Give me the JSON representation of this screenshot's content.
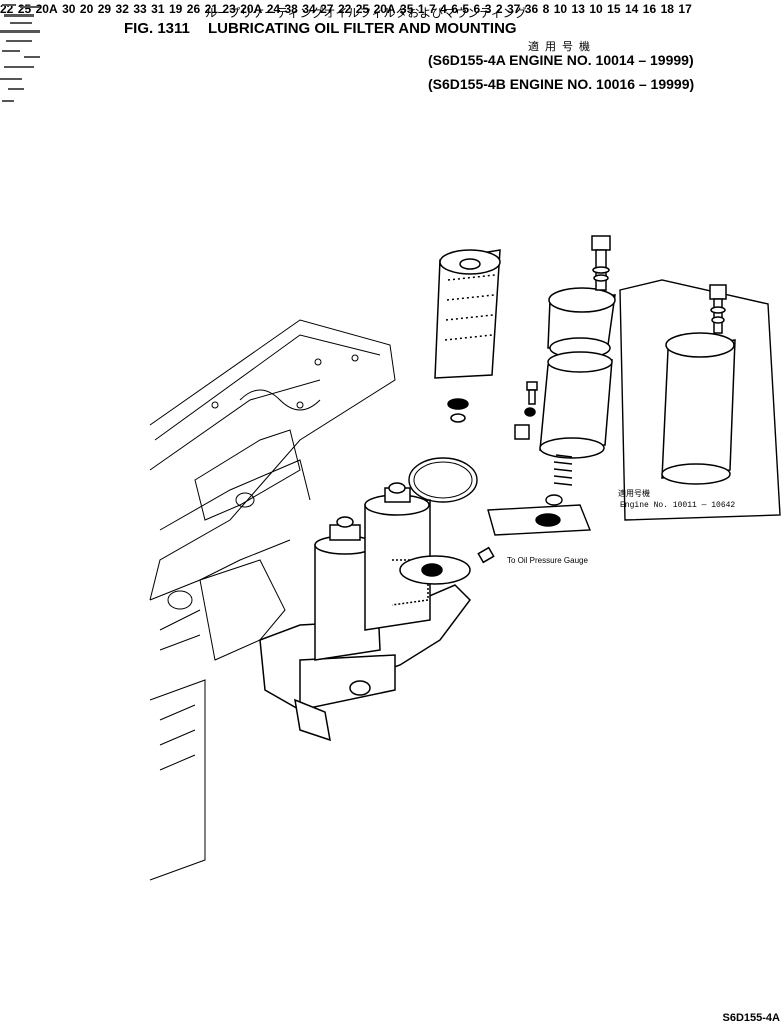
{
  "header": {
    "title_jp": "ループリケーティングオイルフィルタおよびマウンティング",
    "fig_number": "FIG. 1311",
    "fig_title": "LUBRICATING OIL FILTER AND MOUNTING",
    "applicable_jp": "適用号機",
    "models": [
      "(S6D155-4A  ENGINE NO. 10014 – 19999)",
      "(S6D155-4B  ENGINE NO. 10016 – 19999)"
    ]
  },
  "inset": {
    "applicable_jp": "適用号機",
    "engine_range": "Engine No. 10011 — 10642"
  },
  "annotations": {
    "pressure_gauge": "To Oil Pressure Gauge"
  },
  "callouts": [
    "22",
    "25",
    "20A",
    "30",
    "20",
    "29",
    "32",
    "33",
    "31",
    "19",
    "26",
    "21",
    "23",
    "20A",
    "24",
    "38",
    "34",
    "27",
    "22",
    "25",
    "20A",
    "35",
    "1",
    "7",
    "4",
    "6",
    "5",
    "6",
    "3",
    "2",
    "37",
    "36",
    "8",
    "10",
    "13",
    "10",
    "15",
    "14",
    "16",
    "18",
    "17"
  ],
  "footer": {
    "model_code": "S6D155-4A"
  }
}
